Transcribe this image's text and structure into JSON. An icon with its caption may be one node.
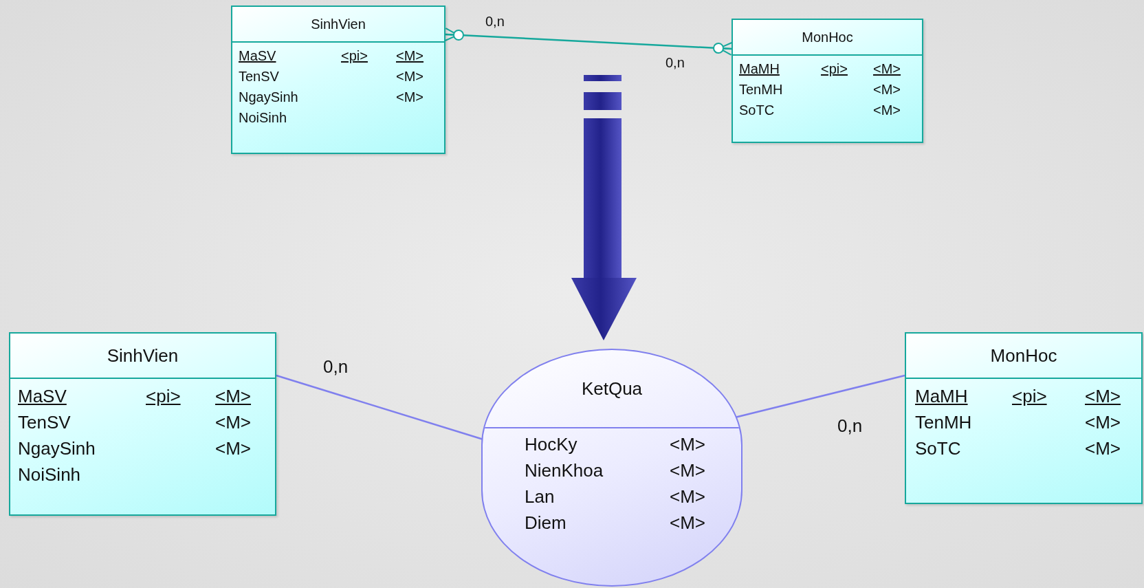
{
  "diagram": {
    "nodes": [
      {
        "text": [
          "SinhVien",
          "MaSV",
          "<pi>",
          "<M>",
          "TenSV",
          "<M>",
          "NgaySinh",
          "<M>",
          "NoiSinh"
        ]
      },
      {
        "text": [
          "MonHoc",
          "MaMH",
          "<pi>",
          "<M>",
          "TenMH",
          "<M>",
          "SoTC",
          "<M>"
        ]
      },
      {
        "text": [
          "SinhVien",
          "MaSV",
          "<pi>",
          "<M>",
          "TenSV",
          "<M>",
          "NgaySinh",
          "<M>",
          "NoiSinh"
        ]
      },
      {
        "text": [
          "KetQua",
          "HocKy",
          "<M>",
          "NienKhoa",
          "<M>",
          "Lan",
          "<M>",
          "Diem",
          "<M>"
        ]
      },
      {
        "text": [
          "MonHoc",
          "MaMH",
          "<pi>",
          "<M>",
          "TenMH",
          "<M>",
          "SoTC",
          "<M>"
        ]
      }
    ],
    "edges": [
      {
        "from": 0,
        "to": 1,
        "arrow": "other",
        "color": "#16a89c"
      },
      {
        "from": 2,
        "to": 3,
        "arrow": "none",
        "label": "0,n"
      },
      {
        "from": 3,
        "to": 4,
        "arrow": "none",
        "label": "0,n"
      }
    ],
    "labels": [
      "0,n",
      "0,n"
    ]
  }
}
